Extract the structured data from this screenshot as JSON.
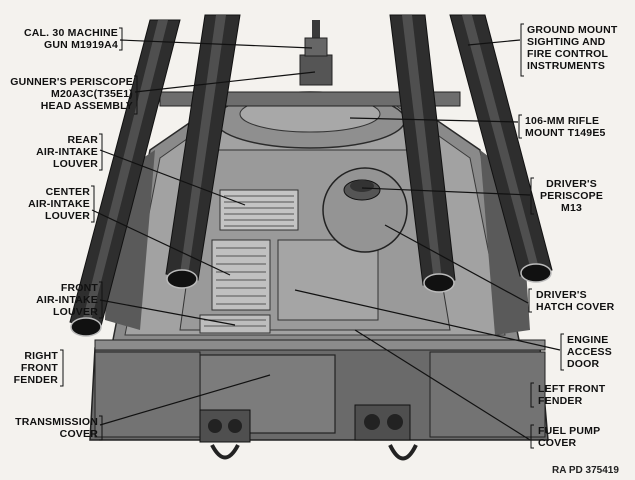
{
  "colors": {
    "paper": "#f4f2ee",
    "vehicle_dark": "#3a3a3a",
    "vehicle_mid": "#7d7d7d",
    "vehicle_light": "#b9b9b9",
    "leader": "#111111"
  },
  "labels": {
    "machine_gun": "CAL. 30 MACHINE\nGUN M1919A4",
    "gunner_periscope": "GUNNER'S PERISCOPE\nM20A3C(T35E1)\nHEAD ASSEMBLY",
    "rear_louver": "REAR\nAIR-INTAKE\nLOUVER",
    "center_louver": "CENTER\nAIR-INTAKE\nLOUVER",
    "front_louver": "FRONT\nAIR-INTAKE\nLOUVER",
    "right_fender": "RIGHT\nFRONT\nFENDER",
    "transmission_cover": "TRANSMISSION\nCOVER",
    "ground_mount": "GROUND MOUNT\nSIGHTING AND\nFIRE CONTROL\nINSTRUMENTS",
    "rifle_mount": "106-MM RIFLE\nMOUNT T149E5",
    "driver_periscope": "DRIVER'S\nPERISCOPE\nM13",
    "driver_hatch": "DRIVER'S\nHATCH COVER",
    "engine_door": "ENGINE\nACCESS\nDOOR",
    "left_fender": "LEFT FRONT\nFENDER",
    "fuel_pump": "FUEL PUMP\nCOVER"
  },
  "reference_number": "RA PD 375419"
}
